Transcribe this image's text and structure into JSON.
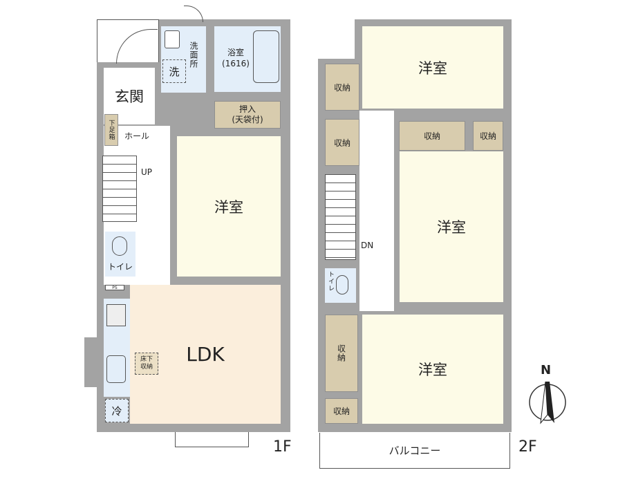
{
  "floor1": {
    "label": "1F",
    "rooms": {
      "entrance": "玄関",
      "washroom": "洗面所",
      "washer": "洗",
      "bath": "浴室",
      "bath_size": "(1616)",
      "closet": "押入",
      "closet_note": "(天袋付)",
      "shoe_box": "下足箱",
      "hall": "ホール",
      "stairs_dir": "UP",
      "western": "洋室",
      "toilet": "トイレ",
      "ps": "PS",
      "ldk": "LDK",
      "underfloor": "床下収納",
      "fridge": "冷"
    }
  },
  "floor2": {
    "label": "2F",
    "rooms": {
      "western_top": "洋室",
      "western_mid": "洋室",
      "western_bottom": "洋室",
      "storage_left_1": "収納",
      "storage_left_2": "収納",
      "storage_mid": "収納",
      "storage_right": "収納",
      "storage_bottom_1": "収納",
      "storage_bottom_2": "収納",
      "stairs_dir": "DN",
      "toilet": "トイレ",
      "balcony": "バルコニー"
    }
  },
  "compass": {
    "north": "N"
  },
  "colors": {
    "wall": "#a3a3a3",
    "ldk": "#fbeedc",
    "western": "#fdfbe7",
    "wet": "#e3eef9",
    "storage": "#d8ccae"
  }
}
